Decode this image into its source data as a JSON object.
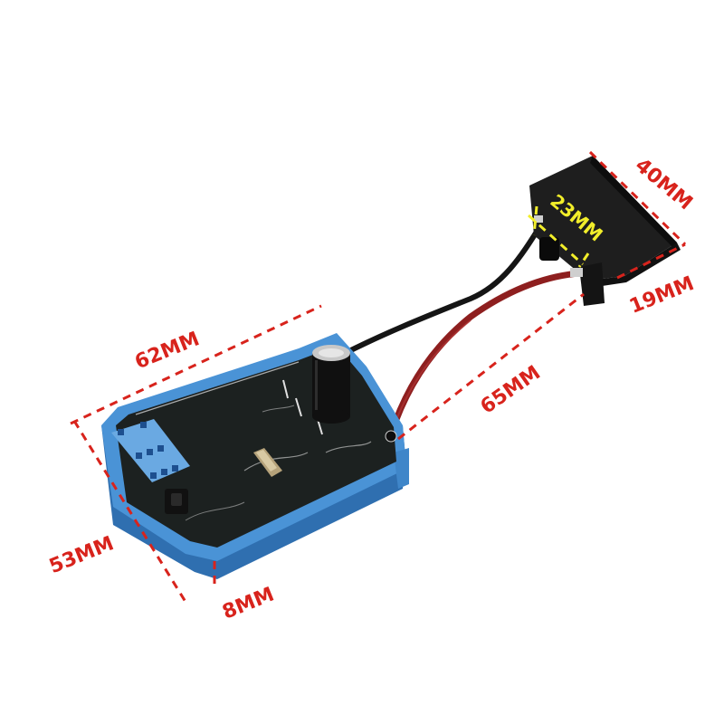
{
  "image": {
    "subject": "Motor controller board with blue frame, black potted PCB, capacitor, crystal, button, 8-pin header, red and black wires leading to a black connector",
    "background_color": "#ffffff"
  },
  "colors": {
    "dimension_red": "#d8231c",
    "dimension_yellow": "#f2ee2a",
    "frame_blue": "#4a93d6",
    "frame_blue_dark": "#2f6fb0",
    "resin_black": "#1c2120",
    "wire_red": "#8e1f1f",
    "wire_black": "#151515",
    "connector_black": "#1e1e1e",
    "crystal_gold": "#b5a27a"
  },
  "dimensions": {
    "board_length": "62MM",
    "board_width": "53MM",
    "board_height": "8MM",
    "wire_length": "65MM",
    "connector_length": "40MM",
    "connector_depth": "19MM",
    "connector_width": "23MM"
  }
}
